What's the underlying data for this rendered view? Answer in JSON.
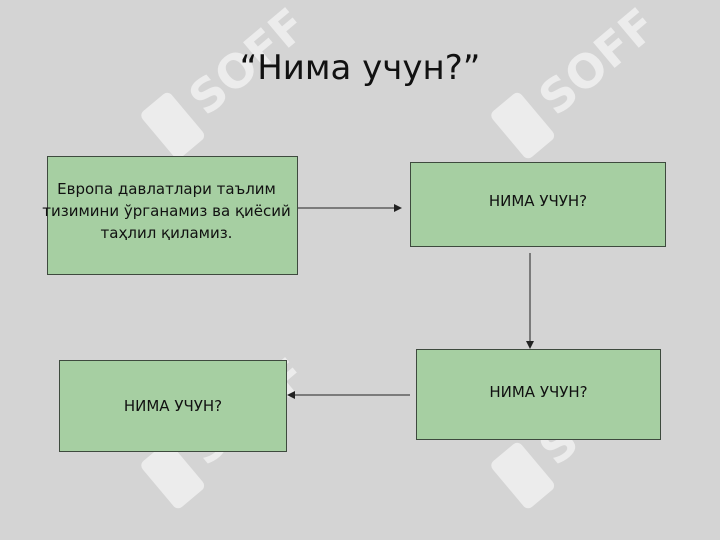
{
  "slide": {
    "title": "“Нима учун?”",
    "boxes": [
      {
        "text": "Европа давлатлари таълим тизимини ўрганамиз ва қиёсий таҳлил қиламиз."
      },
      {
        "text": "НИМА УЧУН?"
      },
      {
        "text": "НИМА УЧУН?"
      },
      {
        "text": "НИМА УЧУН?"
      }
    ]
  },
  "watermark": {
    "text": "SOFF",
    "color": "#ffffff"
  },
  "colors": {
    "background": "#d4d4d4",
    "box_fill": "#a6cfa2",
    "box_border": "#3e4a3e",
    "arrow": "#222222"
  }
}
